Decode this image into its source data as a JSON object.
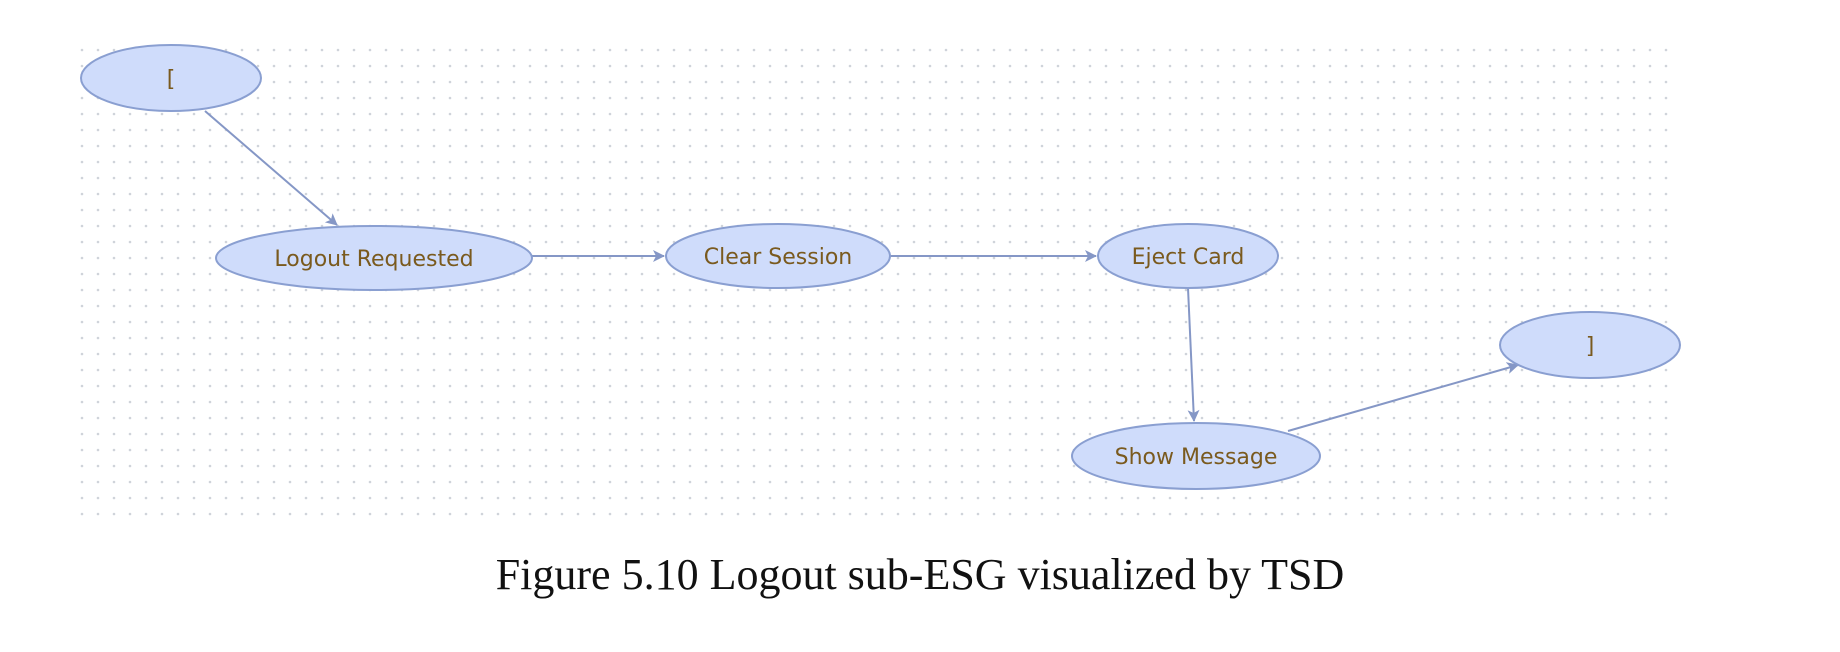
{
  "diagram": {
    "nodes": [
      {
        "id": "start",
        "label": "["
      },
      {
        "id": "logout_requested",
        "label": "Logout Requested"
      },
      {
        "id": "clear_session",
        "label": "Clear Session"
      },
      {
        "id": "eject_card",
        "label": "Eject Card"
      },
      {
        "id": "show_message",
        "label": "Show Message"
      },
      {
        "id": "end",
        "label": "]"
      }
    ],
    "edges": [
      {
        "from": "start",
        "to": "logout_requested"
      },
      {
        "from": "logout_requested",
        "to": "clear_session"
      },
      {
        "from": "clear_session",
        "to": "eject_card"
      },
      {
        "from": "eject_card",
        "to": "show_message"
      },
      {
        "from": "show_message",
        "to": "end"
      }
    ],
    "colors": {
      "node_fill": "#cfdcfb",
      "node_stroke": "#8a9fd1",
      "edge": "#8597c6",
      "label": "#7a5a1e",
      "grid_dot": "#cfd3da"
    }
  },
  "caption": "Figure 5.10 Logout sub-ESG visualized by TSD"
}
